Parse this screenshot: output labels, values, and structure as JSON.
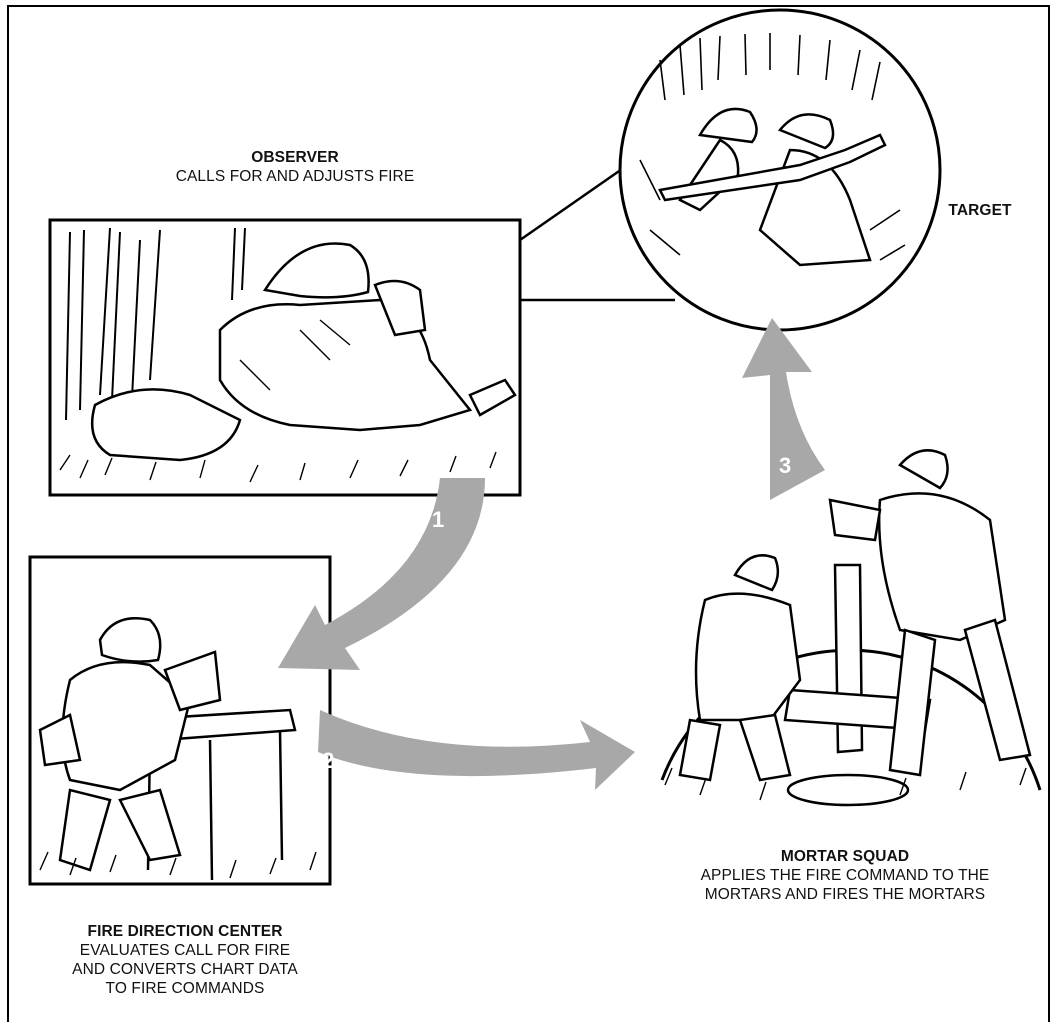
{
  "observer": {
    "title": "OBSERVER",
    "desc": "CALLS FOR AND ADJUSTS FIRE"
  },
  "target": {
    "title": "TARGET"
  },
  "fdc": {
    "title": "FIRE DIRECTION CENTER",
    "lines": [
      "EVALUATES CALL FOR FIRE",
      "AND CONVERTS CHART DATA",
      "TO FIRE COMMANDS"
    ]
  },
  "mortar": {
    "title": "MORTAR SQUAD",
    "lines": [
      "APPLIES THE FIRE COMMAND TO THE",
      "MORTARS AND FIRES THE MORTARS"
    ]
  },
  "steps": [
    "1",
    "2",
    "3"
  ],
  "colors": {
    "arrow": "#a8a8a8",
    "ink": "#000000",
    "background": "#ffffff"
  }
}
